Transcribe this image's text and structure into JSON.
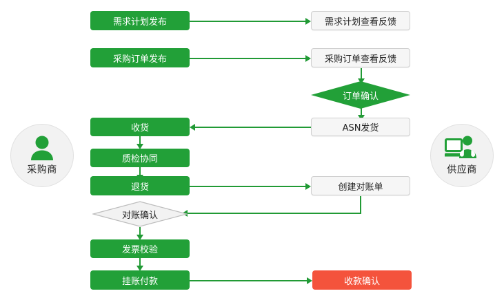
{
  "diagram": {
    "type": "flowchart",
    "title": "",
    "colors": {
      "green": "#22a038",
      "green_line": "#219a35",
      "red": "#f4533c",
      "gray_fill": "#f6f6f6",
      "gray_border": "#cfcfcf",
      "circle_fill": "#f2f2f2",
      "text_dark": "#222222",
      "text_light": "#ffffff"
    }
  },
  "actors": [
    {
      "id": "buyer",
      "label": "采购商",
      "icon": "person-icon",
      "side": "left"
    },
    {
      "id": "supplier",
      "label": "供应商",
      "icon": "person-computer-icon",
      "side": "right"
    }
  ],
  "nodes": {
    "demand_plan_publish": {
      "label": "需求计划发布",
      "shape": "rect",
      "style": "green"
    },
    "demand_plan_feedback": {
      "label": "需求计划查看反馈",
      "shape": "rect",
      "style": "gray"
    },
    "po_publish": {
      "label": "采购订单发布",
      "shape": "rect",
      "style": "green"
    },
    "po_feedback": {
      "label": "采购订单查看反馈",
      "shape": "rect",
      "style": "gray"
    },
    "order_confirm": {
      "label": "订单确认",
      "shape": "diamond",
      "style": "green"
    },
    "asn_shipment": {
      "label": "ASN发货",
      "shape": "rect",
      "style": "gray"
    },
    "receive_goods": {
      "label": "收货",
      "shape": "rect",
      "style": "green"
    },
    "quality_collab": {
      "label": "质检协同",
      "shape": "rect",
      "style": "green"
    },
    "return_goods": {
      "label": "退货",
      "shape": "rect",
      "style": "green"
    },
    "create_statement": {
      "label": "创建对账单",
      "shape": "rect",
      "style": "gray"
    },
    "reconcile_confirm": {
      "label": "对账确认",
      "shape": "diamond",
      "style": "white"
    },
    "invoice_verify": {
      "label": "发票校验",
      "shape": "rect",
      "style": "green"
    },
    "payment_posting": {
      "label": "挂账付款",
      "shape": "rect",
      "style": "green"
    },
    "receipt_confirm": {
      "label": "收款确认",
      "shape": "rect",
      "style": "red"
    }
  },
  "edges": [
    {
      "from": "demand_plan_publish",
      "to": "demand_plan_feedback",
      "direction": "right"
    },
    {
      "from": "po_publish",
      "to": "po_feedback",
      "direction": "right"
    },
    {
      "from": "po_feedback",
      "to": "order_confirm",
      "direction": "down"
    },
    {
      "from": "order_confirm",
      "to": "asn_shipment",
      "direction": "down"
    },
    {
      "from": "asn_shipment",
      "to": "receive_goods",
      "direction": "left"
    },
    {
      "from": "receive_goods",
      "to": "quality_collab",
      "direction": "down"
    },
    {
      "from": "quality_collab",
      "to": "return_goods",
      "direction": "down"
    },
    {
      "from": "return_goods",
      "to": "create_statement",
      "direction": "right"
    },
    {
      "from": "create_statement",
      "to": "reconcile_confirm",
      "direction": "left"
    },
    {
      "from": "reconcile_confirm",
      "to": "invoice_verify",
      "direction": "down"
    },
    {
      "from": "invoice_verify",
      "to": "payment_posting",
      "direction": "down"
    },
    {
      "from": "payment_posting",
      "to": "receipt_confirm",
      "direction": "right"
    }
  ]
}
